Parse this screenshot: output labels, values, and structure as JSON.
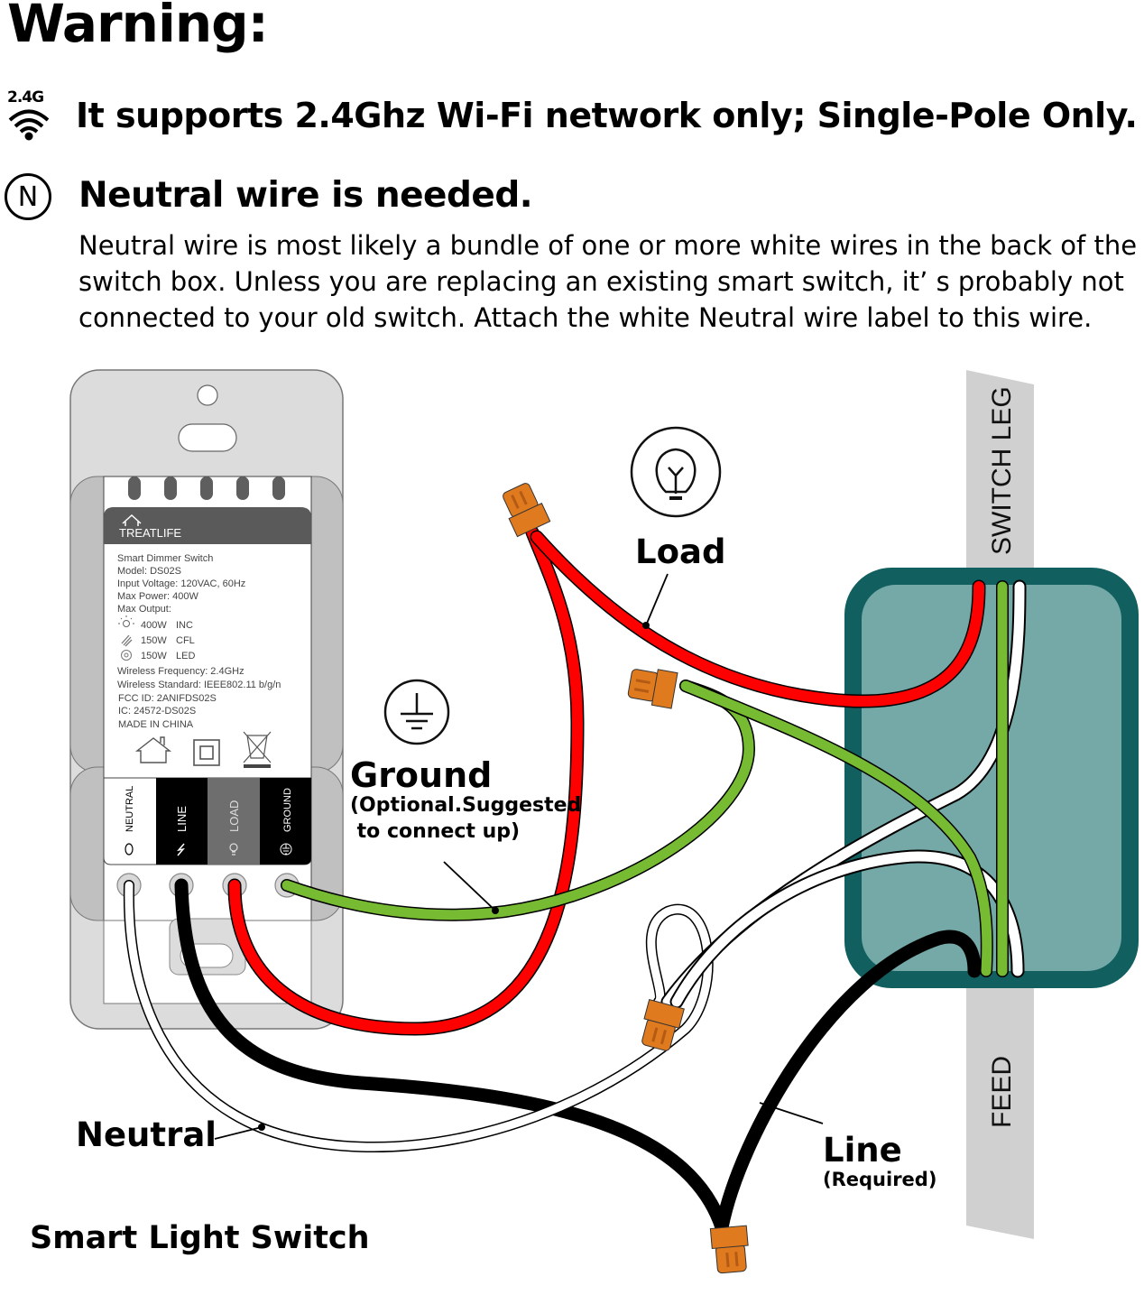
{
  "header": {
    "title": "Warning:",
    "wifi_badge": "2.4G",
    "wifi_notice": "It supports 2.4Ghz Wi-Fi network only; Single-Pole Only.",
    "neutral_badge": "N",
    "neutral_heading": "Neutral wire is needed.",
    "neutral_body": [
      "Neutral wire is most likely a bundle of one or more white wires in the back of the",
      "switch box. Unless you are replacing an existing smart switch, it’  s probably not",
      "connected to your old switch. Attach the white Neutral wire label to this wire."
    ]
  },
  "device": {
    "brand": "TREATLIFE",
    "spec_lines": [
      "Smart Dimmer Switch",
      "Model: DS02S",
      "Input Voltage: 120VAC, 60Hz",
      "Max Power: 400W",
      "Max Output:"
    ],
    "outputs": [
      {
        "icon": "incandescent-bulb-icon",
        "watts": "400W",
        "type": "INC"
      },
      {
        "icon": "cfl-bulb-icon",
        "watts": "150W",
        "type": "CFL"
      },
      {
        "icon": "led-bulb-icon",
        "watts": "150W",
        "type": "LED"
      }
    ],
    "spec_lines_2": [
      "Wireless Frequency: 2.4GHz",
      "Wireless Standard: IEEE802.11 b/g/n",
      "FCC ID: 2ANIFDS02S",
      "IC: 24572-DS02S",
      "MADE IN CHINA"
    ],
    "terminals": [
      {
        "label": "NEUTRAL",
        "bg": "#ffffff",
        "fg": "#000000"
      },
      {
        "label": "LINE",
        "bg": "#000000",
        "fg": "#ffffff"
      },
      {
        "label": "LOAD",
        "bg": "#6e6e6e",
        "fg": "#ffffff"
      },
      {
        "label": "GROUND",
        "bg": "#000000",
        "fg": "#ffffff"
      }
    ]
  },
  "labels": {
    "load": "Load",
    "ground": "Ground",
    "ground_note_1": "(Optional.Suggested",
    "ground_note_2": " to connect up)",
    "neutral": "Neutral",
    "line": "Line",
    "line_note": "(Required)",
    "switch_leg": "SWITCH LEG",
    "feed": "FEED",
    "caption": "Smart Light Switch"
  },
  "colors": {
    "hot_red": "#ff0000",
    "ground_green": "#77bb33",
    "wire_nut_orange": "#e07a1f",
    "box_outer": "#125f60",
    "box_inner": "#74a9a7",
    "conduit_gray": "#d0d0d0"
  }
}
